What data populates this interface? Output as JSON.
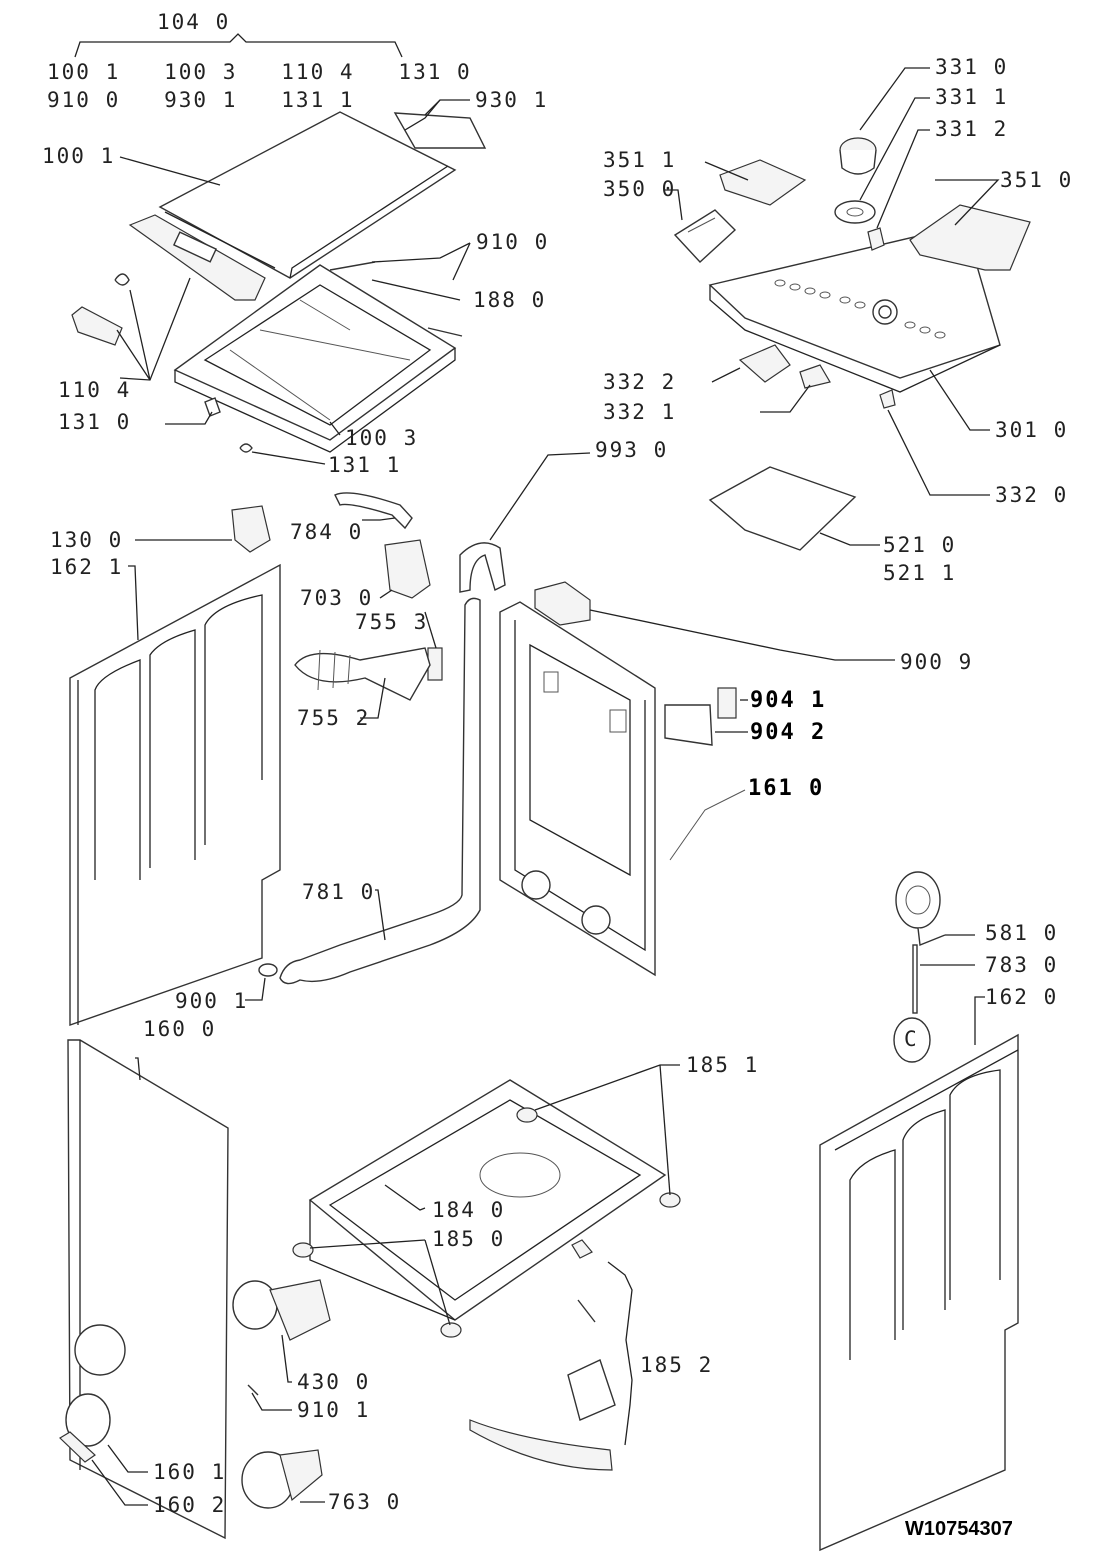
{
  "labels": {
    "l1040": "104 0",
    "row1": "100 1   100 3   110 4   131 0",
    "row2": "910 0   930 1   131 1",
    "l9301": "930 1",
    "l1001": "100 1",
    "l9100": "910 0",
    "l1880": "188 0",
    "l1104": "110 4",
    "l1310": "131 0",
    "l1003": "100 3",
    "l1311": "131 1",
    "l3310": "331 0",
    "l3311": "331 1",
    "l3312": "331 2",
    "l3511": "351 1",
    "l3500": "350 0",
    "l3510": "351 0",
    "l3322": "332 2",
    "l3321": "332 1",
    "l3010": "301 0",
    "l9930": "993 0",
    "l3320": "332 0",
    "l5210": "521 0",
    "l5211": "521 1",
    "l1300": "130 0",
    "l1621": "162 1",
    "l7840": "784 0",
    "l7030": "703 0",
    "l7553": "755 3",
    "l7552": "755 2",
    "l9009": "900 9",
    "l9041": "904 1",
    "l9042": "904 2",
    "l1610": "161 0",
    "l7810": "781 0",
    "l5810": "581 0",
    "l7830": "783 0",
    "l1620": "162 0",
    "l9001": "900 1",
    "l1600": "160 0",
    "l1851": "185 1",
    "l1840": "184 0",
    "l1850": "185 0",
    "l1852": "185 2",
    "l4300": "430 0",
    "l9101": "910 1",
    "l1601": "160 1",
    "l1602": "160 2",
    "l7630": "763 0",
    "clip": "C"
  },
  "doc_code": "W10754307",
  "colors": {
    "line": "#222222",
    "background": "#ffffff"
  }
}
